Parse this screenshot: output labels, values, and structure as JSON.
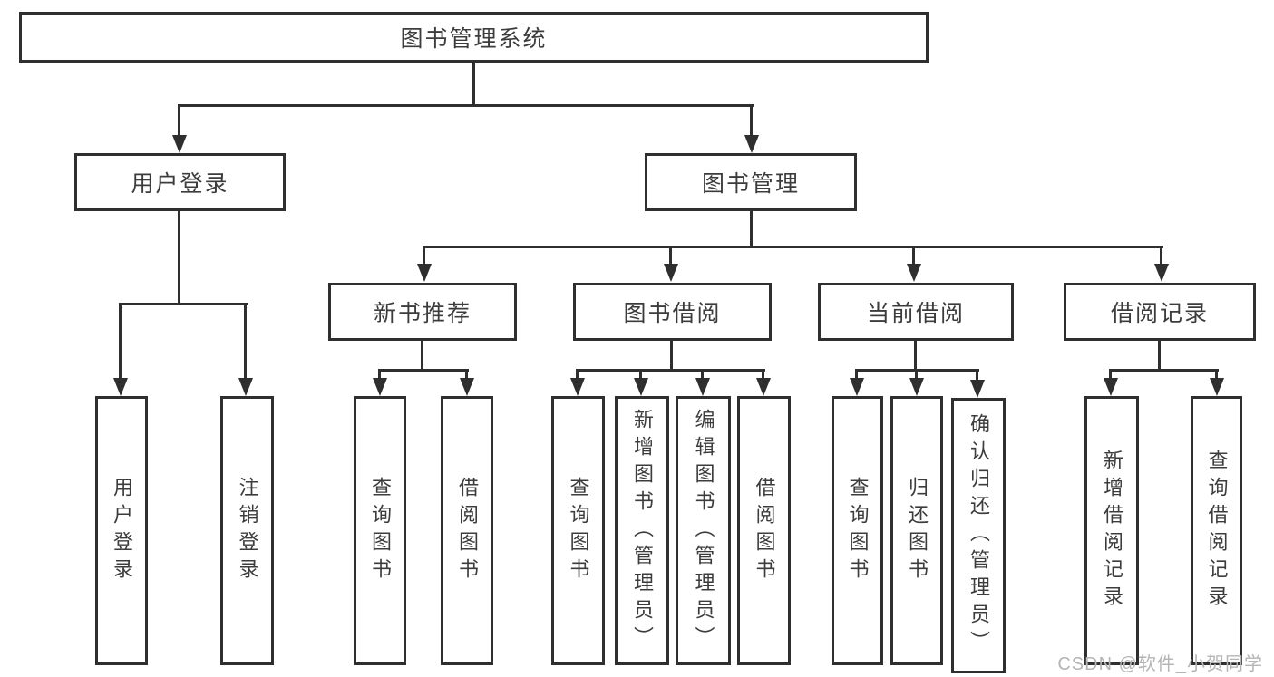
{
  "tree": {
    "root": {
      "label": "图书管理系统",
      "children": [
        {
          "label": "用户登录",
          "children": [
            {
              "label": "用户登录"
            },
            {
              "label": "注销登录"
            }
          ]
        },
        {
          "label": "图书管理",
          "children": [
            {
              "label": "新书推荐",
              "children": [
                {
                  "label": "查询图书"
                },
                {
                  "label": "借阅图书"
                }
              ]
            },
            {
              "label": "图书借阅",
              "children": [
                {
                  "label": "查询图书"
                },
                {
                  "label": "新增图书（管理员）"
                },
                {
                  "label": "编辑图书（管理员）"
                },
                {
                  "label": "借阅图书"
                }
              ]
            },
            {
              "label": "当前借阅",
              "children": [
                {
                  "label": "查询图书"
                },
                {
                  "label": "归还图书"
                },
                {
                  "label": "确认归还（管理员）"
                }
              ]
            },
            {
              "label": "借阅记录",
              "children": [
                {
                  "label": "新增借阅记录"
                },
                {
                  "label": "查询借阅记录"
                }
              ]
            }
          ]
        }
      ]
    }
  },
  "watermark": {
    "text": "CSDN @软件_小贺同学"
  },
  "colors": {
    "line": "#2f2f2f",
    "text": "#3c3c3c",
    "watermark": "#b5b5b5",
    "background": "#ffffff"
  }
}
